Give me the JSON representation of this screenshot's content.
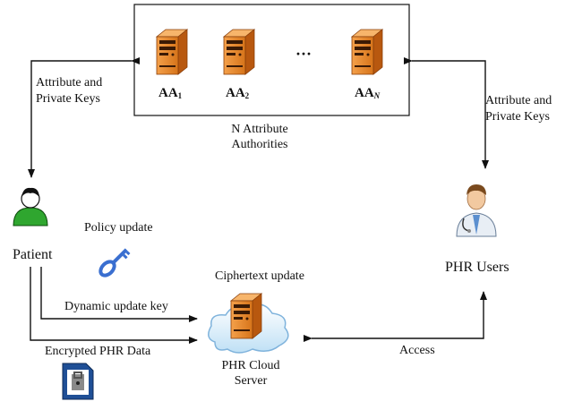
{
  "authorities": {
    "ellipsis": "···",
    "servers": [
      {
        "name": "AA",
        "sub": "1"
      },
      {
        "name": "AA",
        "sub": "2"
      },
      {
        "name": "AA",
        "sub": "N"
      }
    ],
    "caption_line1": "N Attribute",
    "caption_line2": "Authorities"
  },
  "left_keys": {
    "line1": "Attribute and",
    "line2": "Private Keys"
  },
  "right_keys": {
    "line1": "Attribute and",
    "line2": "Private Keys"
  },
  "patient": {
    "label": "Patient",
    "policy_update": "Policy update"
  },
  "dynamic_update_key": "Dynamic update key",
  "encrypted_data": "Encrypted PHR Data",
  "cloud": {
    "ciphertext_update": "Ciphertext update",
    "line1": "PHR Cloud",
    "line2": "Server"
  },
  "access": "Access",
  "users": {
    "label": "PHR Users"
  },
  "colors": {
    "server": "#e98a2a",
    "server_dark": "#8a3f0a",
    "patient": "#2fa62f",
    "key": "#3a6fd0",
    "doctor": "#5b8fcf"
  }
}
